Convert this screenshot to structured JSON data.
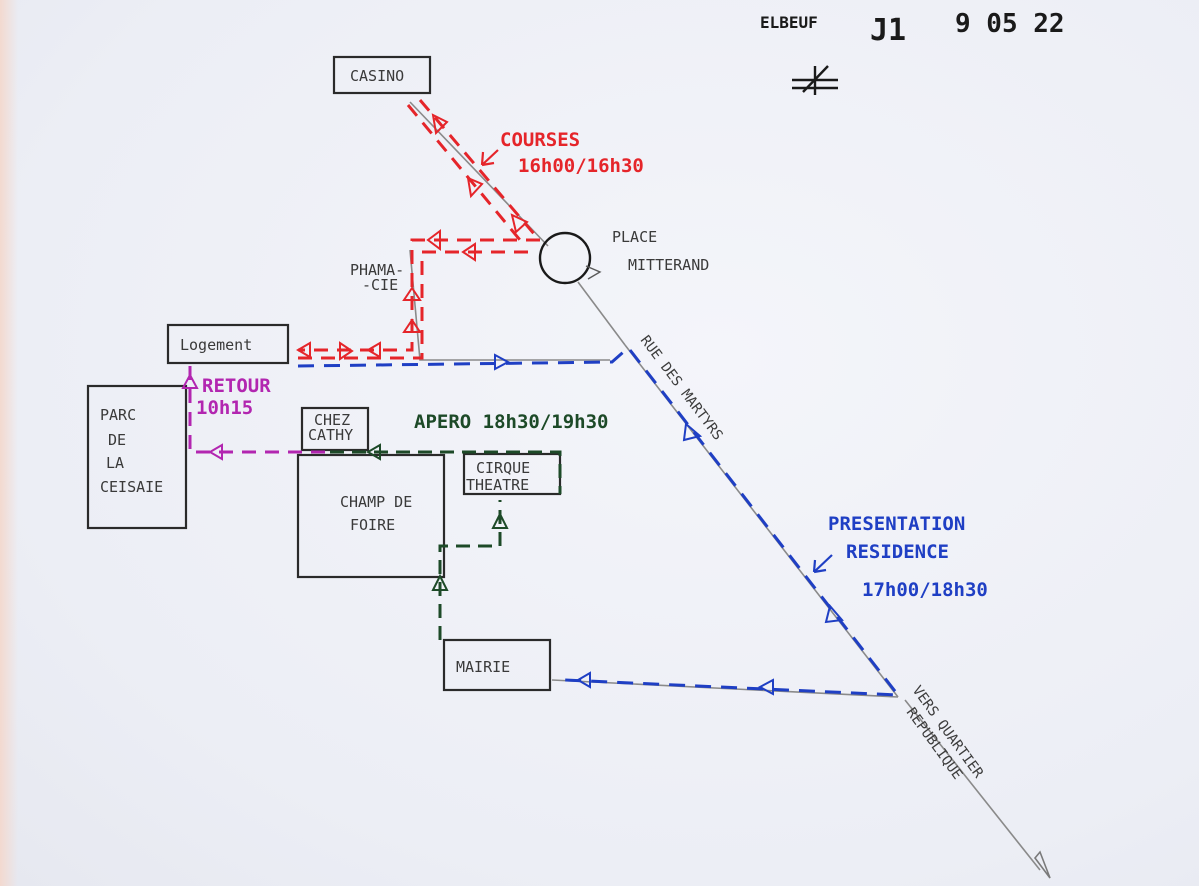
{
  "header": {
    "town": "ELBEUF",
    "day": "J1",
    "date": "9 05 22"
  },
  "colors": {
    "red": "#e5252a",
    "blue": "#1f3fc4",
    "green": "#1d4a28",
    "magenta": "#b226b0",
    "ink": "#2a2a2a",
    "street": "#8a8a8a"
  },
  "places": {
    "casino": "CASINO",
    "logement": "Logement",
    "pharmacie": [
      "PHAMA-",
      "-CIE"
    ],
    "place": [
      "PLACE",
      "MITTERAND"
    ],
    "parc": [
      "PARC",
      "DE",
      "LA",
      "CEISAIE"
    ],
    "chez_cathy": [
      "CHEZ",
      "CATHY"
    ],
    "cirque": [
      "CIRQUE",
      "THEATRE"
    ],
    "champ_foire": [
      "CHAMP DE",
      "FOIRE"
    ],
    "mairie": "MAIRIE"
  },
  "streets": {
    "rue": "RUE DES MARTYRS",
    "vers": [
      "VERS QUARTIER",
      "REPUBLIQUE"
    ]
  },
  "events": {
    "courses": {
      "label": "COURSES",
      "time": "16h00/16h30"
    },
    "retour": {
      "label": "RETOUR",
      "time": "10h15"
    },
    "apero": {
      "label": "APERO 18h30/19h30"
    },
    "presentation": {
      "label": [
        "PRESENTATION",
        "RESIDENCE"
      ],
      "time": "17h00/18h30"
    }
  }
}
